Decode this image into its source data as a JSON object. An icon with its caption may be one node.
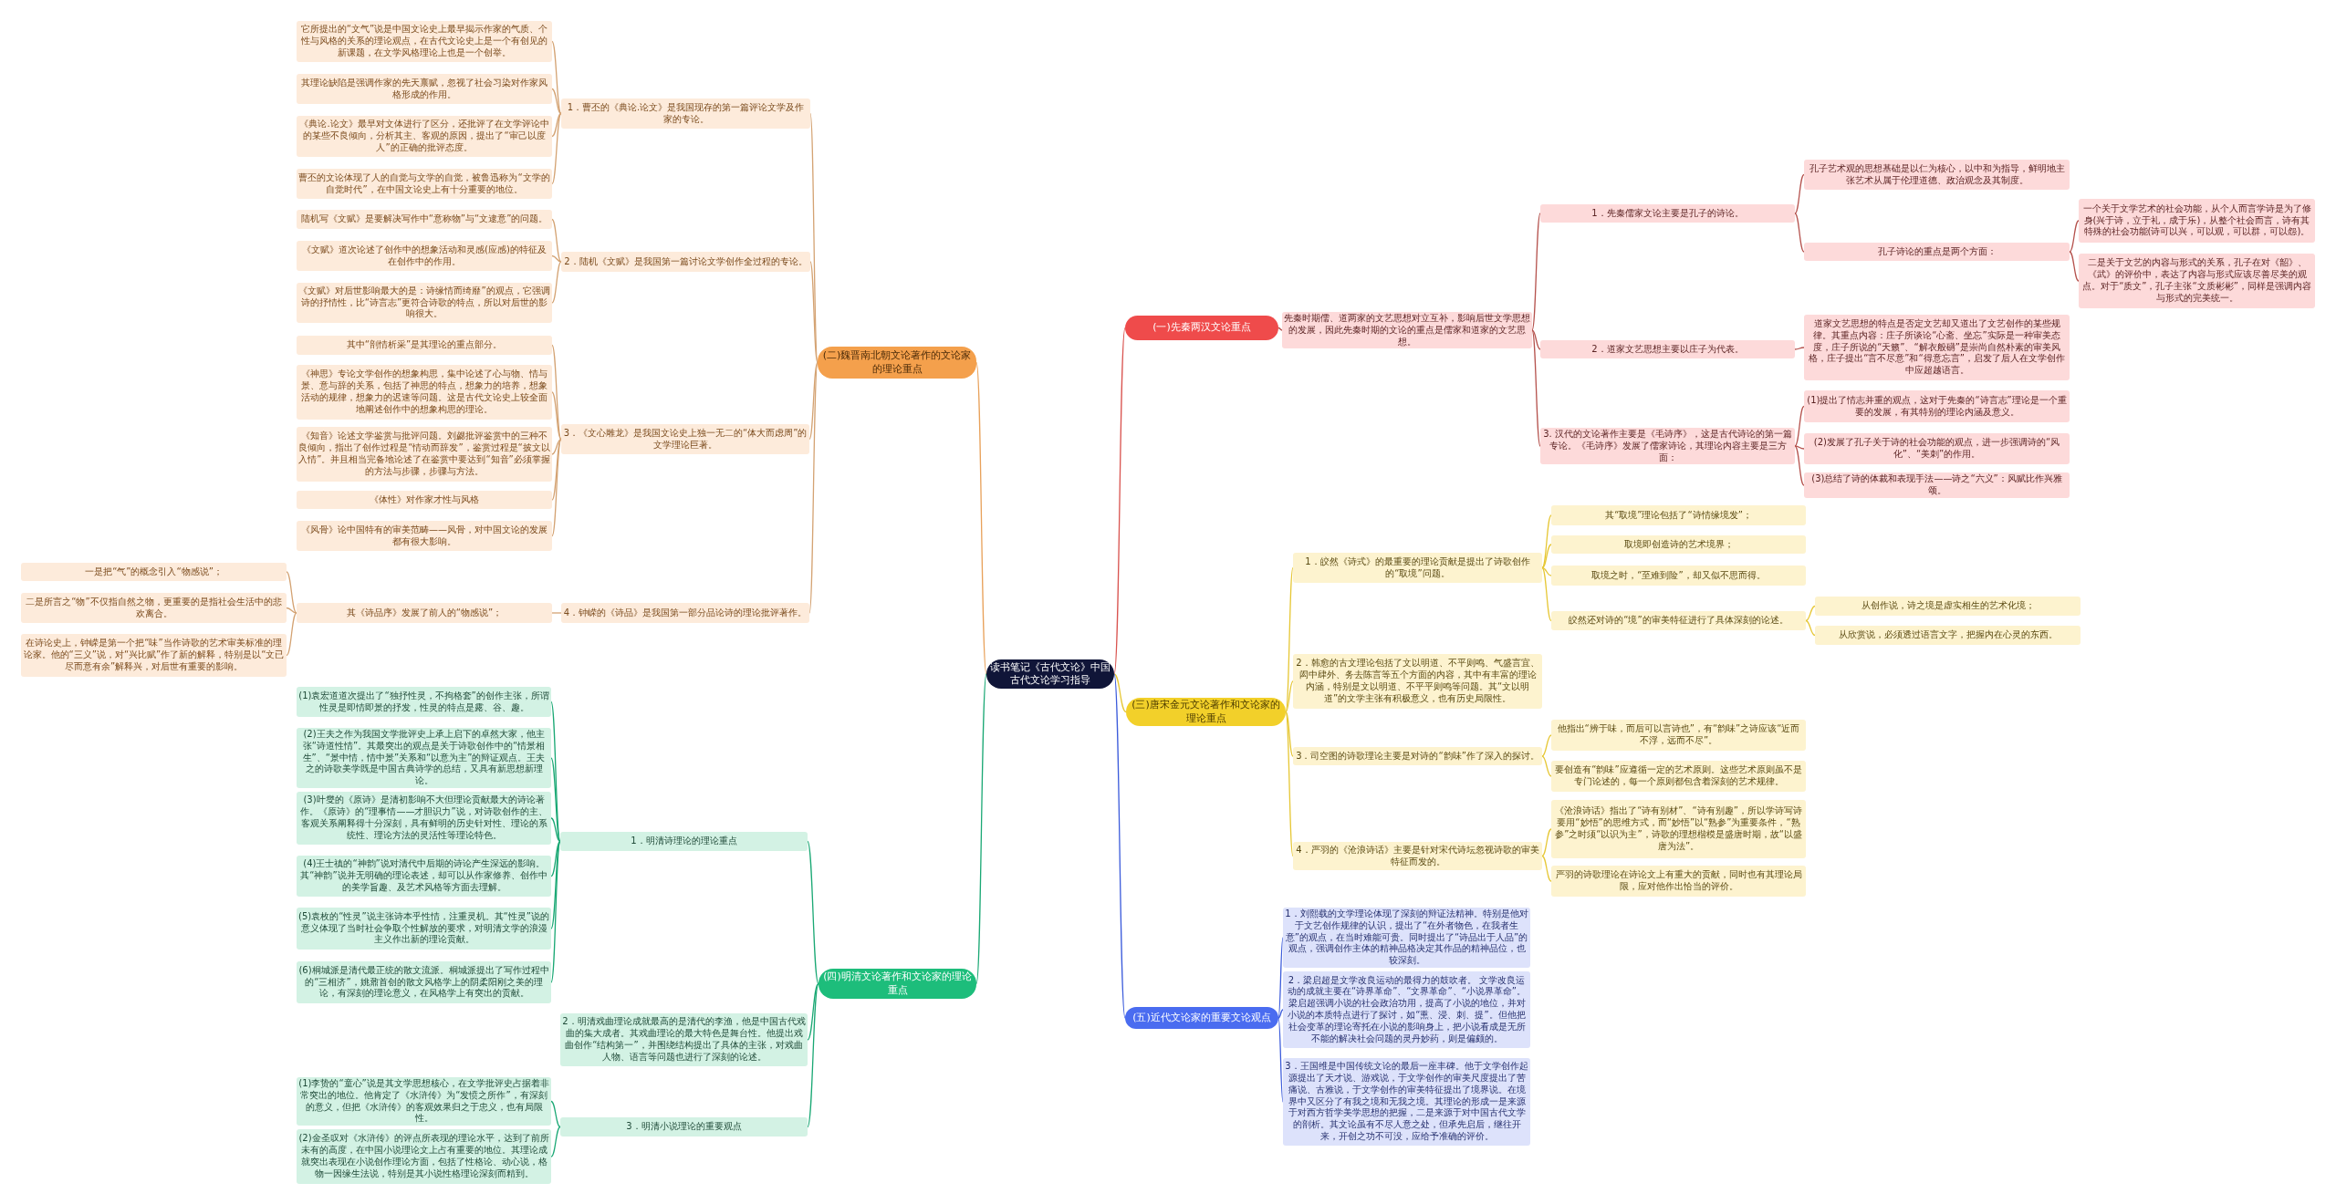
{
  "diagram": {
    "nodes": [
      {
        "text": [
          "读书笔记《古代文论》中国古代文论学习指导"
        ]
      },
      {
        "text": [
          "(一)先秦两汉文论重点"
        ]
      },
      {
        "text": [
          "先秦时期儒、道两家的文艺思想对立互补，影响后世文学思想的发展，因此先秦时期的文论的重点是儒家和道家的文艺思想。"
        ]
      },
      {
        "text": [
          "1．先秦儒家文论主要是孔子的诗论。"
        ]
      },
      {
        "text": [
          "孔子艺术观的思想基础是以仁为核心，以中和为指导，鲜明地主张艺术从属于伦理道德、政治观念及其制度。"
        ]
      },
      {
        "text": [
          "孔子诗论的重点是两个方面："
        ]
      },
      {
        "text": [
          "一个关于文学艺术的社会功能，从个人而言学诗是为了修身(兴于诗，立于礼，成于乐)，从整个社会而言，诗有其特殊的社会功能(诗可以兴，可以观，可以群，可以怨)。"
        ]
      },
      {
        "text": [
          "二是关于文艺的内容与形式的关系，孔子在对《韶》、《武》的评价中，表达了内容与形式应该尽善尽美的观点。对于“质文”，孔子主张“文质彬彬”，同样是强调内容与形式的完美统一。"
        ]
      },
      {
        "text": [
          "2．道家文艺思想主要以庄子为代表。"
        ]
      },
      {
        "text": [
          "道家文艺思想的特点是否定文艺却又道出了文艺创作的某些规律。其重点内容：庄子所谈论“心斋、坐忘”实际是一种审美态度，庄子所说的“天籁”、“解衣般礴”是崇尚自然朴素的审美风格，庄子提出“言不尽意”和“得意忘言”，启发了后人在文学创作中应超越语言。"
        ]
      },
      {
        "text": [
          "3. 汉代的文论著作主要是《毛诗序》，这是古代诗论的第一篇专论。《毛诗序》发展了儒家诗论，其理论内容主要是三方面："
        ]
      },
      {
        "text": [
          "(1)提出了情志并重的观点，这对于先秦的“诗言志”理论是一个重要的发展，有其特别的理论内涵及意义。"
        ]
      },
      {
        "text": [
          "(2)发展了孔子关于诗的社会功能的观点，进一步强调诗的“风化”、“美刺”的作用。"
        ]
      },
      {
        "text": [
          "(3)总结了诗的体裁和表现手法——诗之“六义”：风赋比作兴雅颂。"
        ]
      },
      {
        "text": [
          "(二)魏晋南北朝文论著作的文论家的理论重点"
        ]
      },
      {
        "text": [
          "1．曹丕的《典论.论文》是我国现存的第一篇评论文学及作家的专论。"
        ]
      },
      {
        "text": [
          "它所提出的“文气”说是中国文论史上最早揭示作家的气质、个性与风格的关系的理论观点，在古代文论史上是一个有创见的新课题，在文学风格理论上也是一个创举。"
        ]
      },
      {
        "text": [
          "其理论缺陷是强调作家的先天禀赋，忽视了社会习染对作家风格形成的作用。"
        ]
      },
      {
        "text": [
          "《典论.论文》最早对文体进行了区分，还批评了在文学评论中的某些不良倾向，分析其主、客观的原因，提出了“审己以度人”的正确的批评态度。"
        ]
      },
      {
        "text": [
          "曹丕的文论体现了人的自觉与文学的自觉，被鲁迅称为“文学的自觉时代”，在中国文论史上有十分重要的地位。"
        ]
      },
      {
        "text": [
          "2．陆机《文赋》是我国第一篇讨论文学创作全过程的专论。"
        ]
      },
      {
        "text": [
          "陆机写《文赋》是要解决写作中“意称物”与“文逮意”的问题。"
        ]
      },
      {
        "text": [
          "《文赋》道次论述了创作中的想象活动和灵感(应感)的特征及在创作中的作用。"
        ]
      },
      {
        "text": [
          "《文赋》对后世影响最大的是：诗缘情而绮靡”的观点，它强调诗的抒情性，比“诗言志”更符合诗歌的特点，所以对后世的影响很大。"
        ]
      },
      {
        "text": [
          "3．《文心雕龙》是我国文论史上独一无二的“体大而虑周”的文学理论巨著。"
        ]
      },
      {
        "text": [
          "其中“剖情析采”是其理论的重点部分。"
        ]
      },
      {
        "text": [
          "《神思》专论文学创作的想象构思，集中论述了心与物、情与景、意与辞的关系，包括了神思的特点，想象力的培养，想象活动的规律，想象力的迟速等问题。这是古代文论史上较全面地阐述创作中的想象构思的理论。"
        ]
      },
      {
        "text": [
          "《知音》论述文学鉴赏与批评问题。刘勰批评鉴赏中的三种不良倾向，指出了创作过程是“情动而辞发”，鉴赏过程是“披文以入情”。并且相当完备地论述了在鉴赏中要达到“知音”必须掌握的方法与步骤，步骤与方法。"
        ]
      },
      {
        "text": [
          "《体性》对作家才性与风格"
        ]
      },
      {
        "text": [
          "《风骨》论中国特有的审美范畴——风骨，对中国文论的发展都有很大影响。"
        ]
      },
      {
        "text": [
          "4．钟嵘的《诗品》是我国第一部分品论诗的理论批评著作。"
        ]
      },
      {
        "text": [
          "其《诗品序》发展了前人的“物感说”；"
        ]
      },
      {
        "text": [
          "一是把“气”的概念引入“物感说”；"
        ]
      },
      {
        "text": [
          "二是所言之“物”不仅指自然之物，更重要的是指社会生活中的悲欢离合。"
        ]
      },
      {
        "text": [
          "在诗论史上，钟嵘是第一个把“味”当作诗歌的艺术审美标准的理论家。他的“三义”说，对“兴比赋”作了新的解释，特别是以“文已尽而意有余”解释兴，对后世有重要的影响。"
        ]
      },
      {
        "text": [
          "(三)唐宋金元文论著作和文论家的理论重点"
        ]
      },
      {
        "text": [
          "1．皎然《诗式》的最重要的理论贡献是提出了诗歌创作的“取境”问题。"
        ]
      },
      {
        "text": [
          "其“取境”理论包括了“诗情缘境发”；"
        ]
      },
      {
        "text": [
          "取境即创造诗的艺术境界；"
        ]
      },
      {
        "text": [
          "取境之时，“至难到险”，却又似不思而得。"
        ]
      },
      {
        "text": [
          "皎然还对诗的“境”的审美特征进行了具体深刻的论述。"
        ]
      },
      {
        "text": [
          "从创作说，诗之境是虚实相生的艺术化境；"
        ]
      },
      {
        "text": [
          "从欣赏说，必须透过语言文字，把握内在心灵的东西。"
        ]
      },
      {
        "text": [
          "2．韩愈的古文理论包括了文以明道、不平则鸣、气盛言宜、闳中肆外、务去陈言等五个方面的内容，其中有丰富的理论内涵，特别是文以明道、不平平则鸣等问题。其“文以明道”的文学主张有积极意义，也有历史局限性。"
        ]
      },
      {
        "text": [
          "3．司空图的诗歌理论主要是对诗的“韵味”作了深入的探讨。"
        ]
      },
      {
        "text": [
          "他指出“辨于味，而后可以言诗也”，有“韵味”之诗应该“近而不浮，远而不尽”。"
        ]
      },
      {
        "text": [
          "要创造有“韵味”应遵循一定的艺术原则。这些艺术原则虽不是专门论述的，每一个原则都包含着深刻的艺术规律。"
        ]
      },
      {
        "text": [
          "4．严羽的《沧浪诗话》主要是针对宋代诗坛忽视诗歌的审美特征而发的。"
        ]
      },
      {
        "text": [
          "《沧浪诗话》指出了“诗有别材”、“诗有别趣”，所以学诗写诗要用“妙悟”的思维方式，而“妙悟”以“熟参”为重要条件，“熟参”之时须“以识为主”，诗歌的理想楷模是盛唐时期，故“以盛唐为法”。"
        ]
      },
      {
        "text": [
          "严羽的诗歌理论在诗论文上有重大的贡献，同时也有其理论局限，应对他作出恰当的评价。"
        ]
      },
      {
        "text": [
          "(四)明清文论著作和文论家的理论重点"
        ]
      },
      {
        "text": [
          "1．明清诗理论的理论重点"
        ]
      },
      {
        "text": [
          "(1)袁宏道道次提出了“独抒性灵，不拘格套”的创作主张，所谓性灵是即情即景的抒发，性灵的特点是露、谷、趣。"
        ]
      },
      {
        "text": [
          "(2)王夫之作为我国文学批评史上承上启下的卓然大家，他主张“诗道性情”。其最突出的观点是关于诗歌创作中的“情景相生”、“景中情，情中景”关系和“以意为主”的辩证观点。王夫之的诗歌美学既是中国古典诗学的总结，又具有新思想新理论。"
        ]
      },
      {
        "text": [
          "(3)叶燮的《原诗》是清初影响不大但理论贡献最大的诗论著作。《原诗》的“理事情——才胆识力”说，对诗歌创作的主、客观关系阐释得十分深刻，具有鲜明的历史针对性、理论的系统性、理论方法的灵活性等理论特色。"
        ]
      },
      {
        "text": [
          "(4)王士禛的“神韵”说对清代中后期的诗论产生深远的影响。其“神韵”说并无明确的理论表述，却可以从作家修养、创作中的美学旨趣、及艺术风格等方面去理解。"
        ]
      },
      {
        "text": [
          "(5)袁枚的“性灵”说主张诗本乎性情，注重灵机。其“性灵”说的意义体现了当时社会争取个性解放的要求，对明清文学的浪漫主义作出新的理论贡献。"
        ]
      },
      {
        "text": [
          "(6)桐城派是清代最正统的散文流派。桐城派提出了写作过程中的“三相济”，姚鼐首创的散文风格学上的阴柔阳刚之美的理论，有深刻的理论意义，在风格学上有突出的贡献。"
        ]
      },
      {
        "text": [
          "2．明清戏曲理论成就最高的是清代的李渔，他是中国古代戏曲的集大成者。其戏曲理论的最大特色是舞台性。他提出戏曲创作“结构第一”，并围绕结构提出了具体的主张，对戏曲人物、语言等问题也进行了深刻的论述。"
        ]
      },
      {
        "text": [
          "3．明清小说理论的重要观点"
        ]
      },
      {
        "text": [
          "(1)李贽的“童心”说是其文学思想核心，在文学批评史占据着非常突出的地位。他肯定了《水浒传》为“发愤之所作”，有深刻的意义，但把《水浒传》的客观效果归之于忠义，也有局限性。"
        ]
      },
      {
        "text": [
          "(2)金圣叹对《水浒传》的评点所表现的理论水平，达到了前所未有的高度，在中国小说理论文上占有重要的地位。其理论成就突出表现在小说创作理论方面，包括了性格论、动心说，格物一因缘生法说，特别是其小说性格理论深刻而精到。"
        ]
      },
      {
        "text": [
          "(五)近代文论家的重要文论观点"
        ]
      },
      {
        "text": [
          "1．刘熙载的文学理论体现了深刻的辩证法精神。特别是他对于文艺创作规律的认识，提出了“在外者物色，在我者生意”的观点，在当时难能可贵。同时提出了“诗品出于人品”的观点，强调创作主体的精神品格决定其作品的精神品位，也较深刻。"
        ]
      },
      {
        "text": [
          "2．梁启超是文学改良运动的最得力的鼓吹者。 文学改良运动的成就主要在“诗界革命”、“文界革命”、“小说界革命”。梁启超强调小说的社会政治功用，提高了小说的地位，并对小说的本质特点进行了探讨，如“熏、浸、刺、提”。但他把社会变革的理论寄托在小说的影响身上，把小说看成是无所不能的解决社会问题的灵丹妙药，则是偏颇的。"
        ]
      },
      {
        "text": [
          "3．王国维是中国传统文论的最后一座丰碑。他于文学创作起源提出了天才说、游戏说，于文学创作的审美尺度提出了苦痛说、古雅说，于文学创作的审美特征提出了境界说。在境界中又区分了有我之境和无我之境。其理论的形成一是来源于对西方哲学美学思想的把握，二是来源于对中国古代文学的剖析。其文论虽有不尽人意之处，但承先启后，继往开来，开创之功不可没，应给予准确的评价。"
        ]
      }
    ],
    "edges": [
      {
        "from": 0,
        "to": 1,
        "arrow": "none",
        "color": "#d9534f"
      },
      {
        "from": 1,
        "to": 2,
        "arrow": "none",
        "color": "#b5524d"
      },
      {
        "from": 2,
        "to": 3,
        "arrow": "none",
        "color": "#b5524d"
      },
      {
        "from": 3,
        "to": 4,
        "arrow": "none",
        "color": "#b5524d"
      },
      {
        "from": 3,
        "to": 5,
        "arrow": "none",
        "color": "#b5524d"
      },
      {
        "from": 5,
        "to": 6,
        "arrow": "none",
        "color": "#b5524d"
      },
      {
        "from": 5,
        "to": 7,
        "arrow": "none",
        "color": "#b5524d"
      },
      {
        "from": 2,
        "to": 8,
        "arrow": "none",
        "color": "#b5524d"
      },
      {
        "from": 8,
        "to": 9,
        "arrow": "none",
        "color": "#b5524d"
      },
      {
        "from": 2,
        "to": 10,
        "arrow": "none",
        "color": "#b5524d"
      },
      {
        "from": 10,
        "to": 11,
        "arrow": "none",
        "color": "#b5524d"
      },
      {
        "from": 10,
        "to": 12,
        "arrow": "none",
        "color": "#b5524d"
      },
      {
        "from": 10,
        "to": 13,
        "arrow": "none",
        "color": "#b5524d"
      },
      {
        "from": 0,
        "to": 14,
        "arrow": "none",
        "color": "#e8a15a"
      },
      {
        "from": 14,
        "to": 15,
        "arrow": "none",
        "color": "#d4a373"
      },
      {
        "from": 15,
        "to": 16,
        "arrow": "none",
        "color": "#d4a373"
      },
      {
        "from": 15,
        "to": 17,
        "arrow": "none",
        "color": "#d4a373"
      },
      {
        "from": 15,
        "to": 18,
        "arrow": "none",
        "color": "#d4a373"
      },
      {
        "from": 15,
        "to": 19,
        "arrow": "none",
        "color": "#d4a373"
      },
      {
        "from": 14,
        "to": 20,
        "arrow": "none",
        "color": "#d4a373"
      },
      {
        "from": 20,
        "to": 21,
        "arrow": "none",
        "color": "#d4a373"
      },
      {
        "from": 20,
        "to": 22,
        "arrow": "none",
        "color": "#d4a373"
      },
      {
        "from": 20,
        "to": 23,
        "arrow": "none",
        "color": "#d4a373"
      },
      {
        "from": 14,
        "to": 24,
        "arrow": "none",
        "color": "#d4a373"
      },
      {
        "from": 24,
        "to": 25,
        "arrow": "none",
        "color": "#d4a373"
      },
      {
        "from": 24,
        "to": 26,
        "arrow": "none",
        "color": "#d4a373"
      },
      {
        "from": 24,
        "to": 27,
        "arrow": "none",
        "color": "#d4a373"
      },
      {
        "from": 24,
        "to": 28,
        "arrow": "none",
        "color": "#d4a373"
      },
      {
        "from": 24,
        "to": 29,
        "arrow": "none",
        "color": "#d4a373"
      },
      {
        "from": 14,
        "to": 30,
        "arrow": "none",
        "color": "#d4a373"
      },
      {
        "from": 30,
        "to": 31,
        "arrow": "none",
        "color": "#d4a373"
      },
      {
        "from": 31,
        "to": 32,
        "arrow": "none",
        "color": "#d4a373"
      },
      {
        "from": 31,
        "to": 33,
        "arrow": "none",
        "color": "#d4a373"
      },
      {
        "from": 31,
        "to": 34,
        "arrow": "none",
        "color": "#d4a373"
      },
      {
        "from": 0,
        "to": 35,
        "arrow": "none",
        "color": "#e6c735"
      },
      {
        "from": 35,
        "to": 36,
        "arrow": "none",
        "color": "#e6c735"
      },
      {
        "from": 36,
        "to": 37,
        "arrow": "none",
        "color": "#e6c735"
      },
      {
        "from": 36,
        "to": 38,
        "arrow": "none",
        "color": "#e6c735"
      },
      {
        "from": 36,
        "to": 39,
        "arrow": "none",
        "color": "#e6c735"
      },
      {
        "from": 36,
        "to": 40,
        "arrow": "none",
        "color": "#e6c735"
      },
      {
        "from": 40,
        "to": 41,
        "arrow": "none",
        "color": "#e6c735"
      },
      {
        "from": 40,
        "to": 42,
        "arrow": "none",
        "color": "#e6c735"
      },
      {
        "from": 35,
        "to": 43,
        "arrow": "none",
        "color": "#e6c735"
      },
      {
        "from": 35,
        "to": 44,
        "arrow": "none",
        "color": "#e6c735"
      },
      {
        "from": 44,
        "to": 45,
        "arrow": "none",
        "color": "#e6c735"
      },
      {
        "from": 44,
        "to": 46,
        "arrow": "none",
        "color": "#e6c735"
      },
      {
        "from": 35,
        "to": 47,
        "arrow": "none",
        "color": "#e6c735"
      },
      {
        "from": 47,
        "to": 48,
        "arrow": "none",
        "color": "#e6c735"
      },
      {
        "from": 47,
        "to": 49,
        "arrow": "none",
        "color": "#e6c735"
      },
      {
        "from": 0,
        "to": 50,
        "arrow": "none",
        "color": "#1aa874"
      },
      {
        "from": 50,
        "to": 51,
        "arrow": "none",
        "color": "#1aa874"
      },
      {
        "from": 51,
        "to": 52,
        "arrow": "none",
        "color": "#1aa874"
      },
      {
        "from": 51,
        "to": 53,
        "arrow": "none",
        "color": "#1aa874"
      },
      {
        "from": 51,
        "to": 54,
        "arrow": "none",
        "color": "#1aa874"
      },
      {
        "from": 51,
        "to": 55,
        "arrow": "none",
        "color": "#1aa874"
      },
      {
        "from": 51,
        "to": 56,
        "arrow": "none",
        "color": "#1aa874"
      },
      {
        "from": 51,
        "to": 57,
        "arrow": "none",
        "color": "#1aa874"
      },
      {
        "from": 50,
        "to": 58,
        "arrow": "none",
        "color": "#1aa874"
      },
      {
        "from": 50,
        "to": 59,
        "arrow": "none",
        "color": "#1aa874"
      },
      {
        "from": 59,
        "to": 60,
        "arrow": "none",
        "color": "#1aa874"
      },
      {
        "from": 59,
        "to": 61,
        "arrow": "none",
        "color": "#1aa874"
      },
      {
        "from": 0,
        "to": 62,
        "arrow": "none",
        "color": "#3b5bdb"
      },
      {
        "from": 62,
        "to": 63,
        "arrow": "none",
        "color": "#3b5bdb"
      },
      {
        "from": 62,
        "to": 64,
        "arrow": "none",
        "color": "#3b5bdb"
      },
      {
        "from": 62,
        "to": 65,
        "arrow": "none",
        "color": "#3b5bdb"
      }
    ]
  }
}
